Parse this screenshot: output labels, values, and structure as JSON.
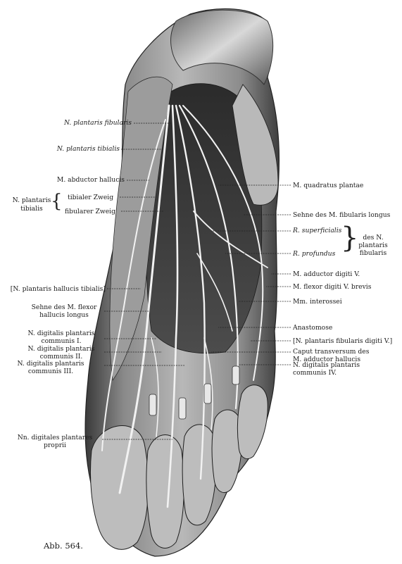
{
  "labels": {
    "n_plantaris_fibularis": "N. plantaris fibularis",
    "n_plantaris_tibialis": "N. plantaris tibialis",
    "m_abductor_hallucis": "M. abductor hallucis",
    "n_plantaris_tibialis_group_1": "N. plantaris",
    "n_plantaris_tibialis_group_2": "tibialis",
    "tibialer_zweig": "tibialer Zweig",
    "fibularer_zweig": "fibularer Zweig",
    "n_plantaris_hallucis_tibialis": "[N. plantaris hallucis tibialis]",
    "sehne_flexor_hallucis_1": "Sehne des M. flexor",
    "sehne_flexor_hallucis_2": "hallucis longus",
    "n_dig_comm_1_a": "N. digitalis plantaris",
    "n_dig_comm_1_b": "communis I.",
    "n_dig_comm_2_a": "N. digitalis plantaris",
    "n_dig_comm_2_b": "communis II.",
    "n_dig_comm_3_a": "N. digitalis plantaris",
    "n_dig_comm_3_b": "communis III.",
    "nn_dig_propr_a": "Nn. digitales plantares",
    "nn_dig_propr_b": "proprii",
    "m_quadratus_plantae": "M. quadratus plantae",
    "sehne_fibularis_longus": "Sehne des M. fibularis longus",
    "r_superficialis": "R. superficialis",
    "r_profundus": "R. profundus",
    "des_n_1": "des N.",
    "des_n_2": "plantaris",
    "des_n_3": "fibularis",
    "m_adductor_digiti_v": "M. adductor digiti V.",
    "m_flexor_digiti_v": "M. flexor digiti V. brevis",
    "mm_interossei": "Mm. interossei",
    "anastomose": "Anastomose",
    "n_plantaris_fibularis_digiti_v": "[N. plantaris fibularis digiti V.]",
    "caput_transversum_1": "Caput transversum des",
    "caput_transversum_2": "M. adductor hallucis",
    "n_dig_comm_4_a": "N. digitalis plantaris",
    "n_dig_comm_4_b": "communis IV."
  },
  "caption": "Abb. 564."
}
